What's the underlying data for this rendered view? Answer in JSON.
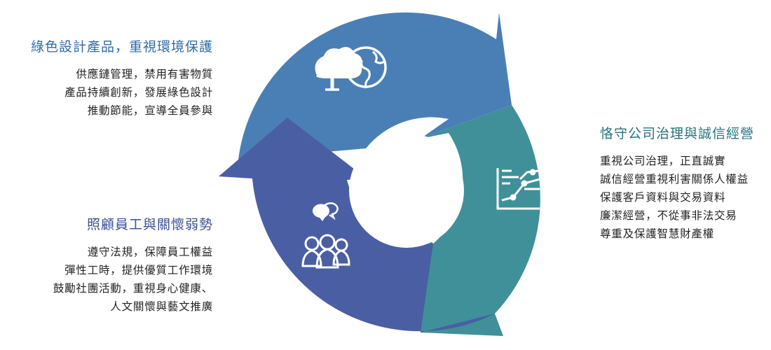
{
  "colors": {
    "green_design": "#4a7fb6",
    "governance": "#3f9099",
    "employees": "#4a5fa3",
    "green_design_heading": "#2f6ca8",
    "governance_heading": "#27727d",
    "employees_heading": "#3a4f96"
  },
  "green_design": {
    "heading": "綠色設計產品，重視環境保護",
    "icon": "tree-and-globe-icon",
    "lines": [
      "供應鏈管理，禁用有害物質",
      "產品持續創新，發展綠色設計",
      "推動節能，宣導全員參與"
    ]
  },
  "governance": {
    "heading": "恪守公司治理與誠信經營",
    "icon": "rising-chart-icon",
    "lines": [
      "重視公司治理，正直誠實",
      "誠信經營重視利害關係人權益",
      "保護客戶資料與交易資料",
      "廉潔經營，不從事非法交易",
      "尊重及保護智慧財產權"
    ]
  },
  "employees": {
    "heading": "照顧員工與關懷弱勢",
    "icon": "people-chat-icon",
    "lines": [
      "遵守法規，保障員工權益",
      "彈性工時，提供優質工作環境",
      "鼓勵社團活動，重視身心健康、",
      "人文關懷與藝文推廣"
    ]
  }
}
